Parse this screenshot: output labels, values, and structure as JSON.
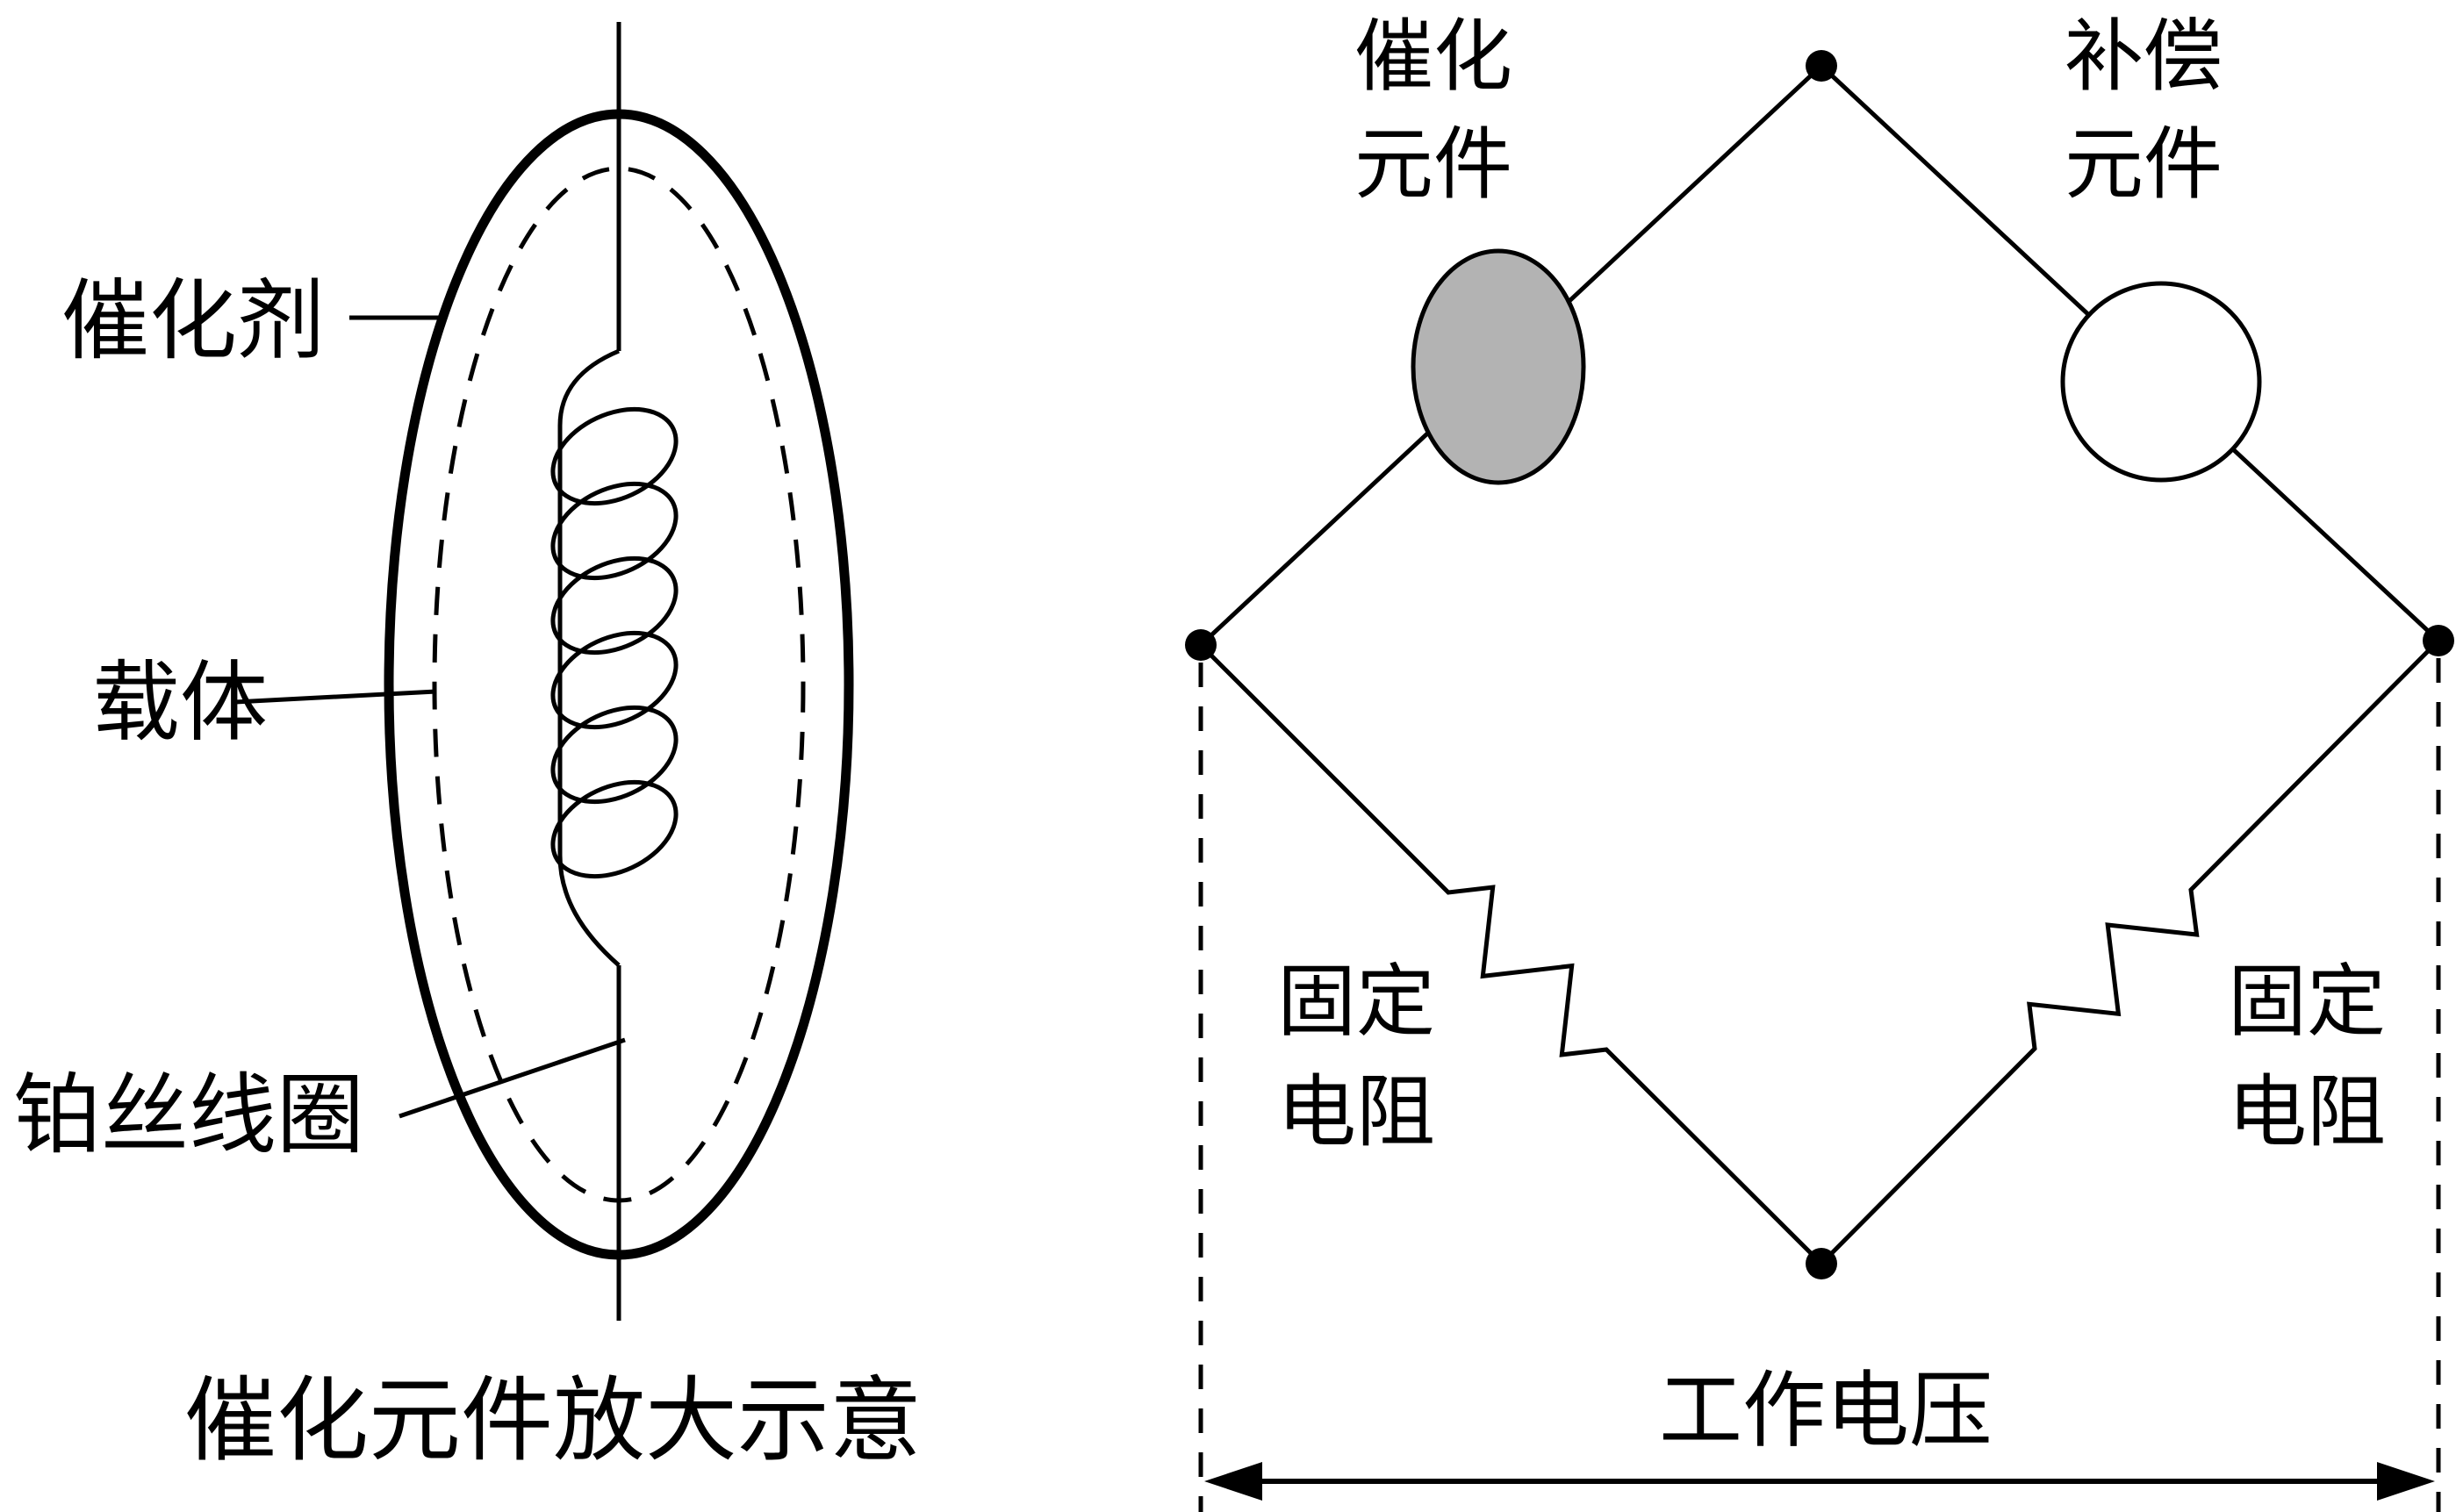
{
  "figure": {
    "left": {
      "caption": "催化元件放大示意",
      "labels": {
        "catalyst": "催化剂",
        "carrier": "载体",
        "platinum_coil": "铂丝线圈"
      }
    },
    "bridge": {
      "catalytic_element": [
        "催化",
        "元件"
      ],
      "compensation_element": [
        "补偿",
        "元件"
      ],
      "fixed_resistor_left": [
        "固定",
        "电阻"
      ],
      "fixed_resistor_right": [
        "固定",
        "电阻"
      ],
      "working_voltage": "工作电压"
    },
    "colors": {
      "catalytic_element_fill": "#b3b3b3",
      "compensation_element_fill": "#ffffff",
      "line": "#000000",
      "background": "#ffffff"
    }
  }
}
